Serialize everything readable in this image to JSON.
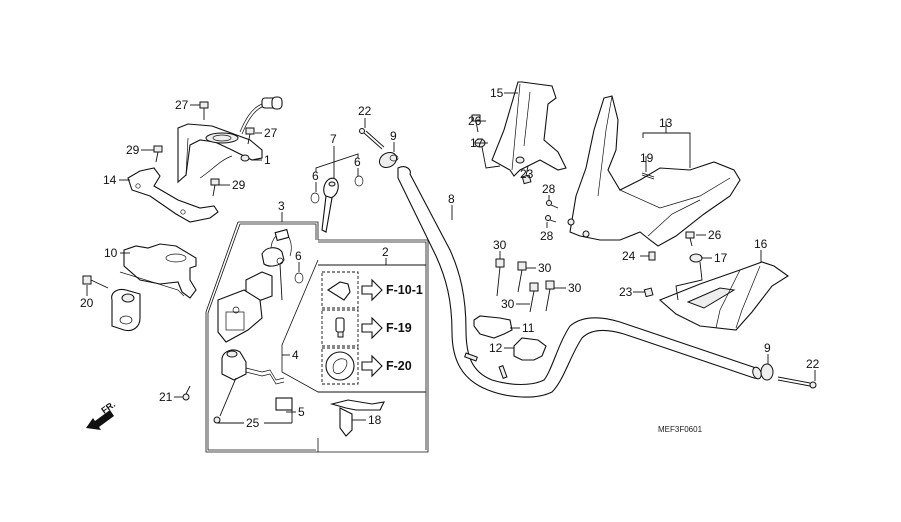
{
  "diagram": {
    "title": "Handlebar / Steering Stem / Top Bridge exploded parts diagram",
    "drawing_code": "MEF3F0601",
    "direction_label": "FR.",
    "callouts": [
      {
        "id": "c1",
        "label": "1"
      },
      {
        "id": "c2",
        "label": "2"
      },
      {
        "id": "c3",
        "label": "3"
      },
      {
        "id": "c4",
        "label": "4"
      },
      {
        "id": "c5",
        "label": "5"
      },
      {
        "id": "c6a",
        "label": "6"
      },
      {
        "id": "c6b",
        "label": "6"
      },
      {
        "id": "c6c",
        "label": "6"
      },
      {
        "id": "c7",
        "label": "7"
      },
      {
        "id": "c8",
        "label": "8"
      },
      {
        "id": "c9a",
        "label": "9"
      },
      {
        "id": "c9b",
        "label": "9"
      },
      {
        "id": "c10",
        "label": "10"
      },
      {
        "id": "c11",
        "label": "11"
      },
      {
        "id": "c12",
        "label": "12"
      },
      {
        "id": "c13",
        "label": "13"
      },
      {
        "id": "c14",
        "label": "14"
      },
      {
        "id": "c15",
        "label": "15"
      },
      {
        "id": "c16",
        "label": "16"
      },
      {
        "id": "c17a",
        "label": "17"
      },
      {
        "id": "c17b",
        "label": "17"
      },
      {
        "id": "c18",
        "label": "18"
      },
      {
        "id": "c19",
        "label": "19"
      },
      {
        "id": "c20",
        "label": "20"
      },
      {
        "id": "c21",
        "label": "21"
      },
      {
        "id": "c22a",
        "label": "22"
      },
      {
        "id": "c22b",
        "label": "22"
      },
      {
        "id": "c23a",
        "label": "23"
      },
      {
        "id": "c23b",
        "label": "23"
      },
      {
        "id": "c24",
        "label": "24"
      },
      {
        "id": "c25",
        "label": "25"
      },
      {
        "id": "c26a",
        "label": "26"
      },
      {
        "id": "c26b",
        "label": "26"
      },
      {
        "id": "c27a",
        "label": "27"
      },
      {
        "id": "c27b",
        "label": "27"
      },
      {
        "id": "c28a",
        "label": "28"
      },
      {
        "id": "c28b",
        "label": "28"
      },
      {
        "id": "c29a",
        "label": "29"
      },
      {
        "id": "c29b",
        "label": "29"
      },
      {
        "id": "c30a",
        "label": "30"
      },
      {
        "id": "c30b",
        "label": "30"
      },
      {
        "id": "c30c",
        "label": "30"
      },
      {
        "id": "c30d",
        "label": "30"
      }
    ],
    "references": [
      {
        "id": "ref1",
        "label": "F-10-1"
      },
      {
        "id": "ref2",
        "label": "F-19"
      },
      {
        "id": "ref3",
        "label": "F-20"
      }
    ]
  }
}
